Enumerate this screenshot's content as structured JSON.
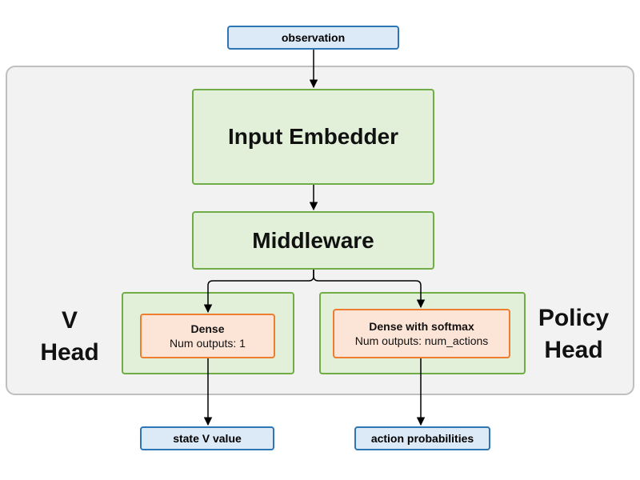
{
  "inputs": {
    "observation": "observation"
  },
  "blocks": {
    "input_embedder": "Input Embedder",
    "middleware": "Middleware"
  },
  "v_head": {
    "label_line1": "V",
    "label_line2": "Head",
    "layer_title": "Dense",
    "layer_sub": "Num outputs: 1",
    "output": "state V value"
  },
  "policy_head": {
    "label_line1": "Policy",
    "label_line2": "Head",
    "layer_title": "Dense with softmax",
    "layer_sub": "Num outputs: num_actions",
    "output": "action probabilities"
  },
  "colors": {
    "io_fill": "#dce9f6",
    "io_border": "#2e75b6",
    "block_fill": "#e2efd9",
    "block_border": "#70ad47",
    "layer_fill": "#fce4d6",
    "layer_border": "#ed7d31",
    "container_fill": "#f2f2f2",
    "container_border": "#bfbfbf"
  }
}
